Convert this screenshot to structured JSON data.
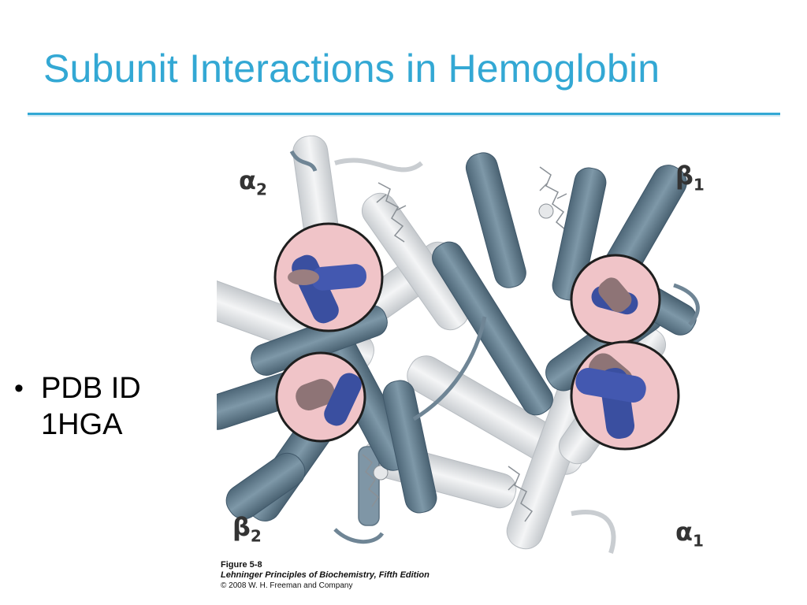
{
  "slide": {
    "title": "Subunit Interactions in Hemoglobin",
    "bullets": [
      {
        "line1": "PDB ID",
        "line2": "1HGA"
      }
    ]
  },
  "figure": {
    "labels": {
      "alpha2": {
        "symbol": "α",
        "sub": "2"
      },
      "beta1": {
        "symbol": "β",
        "sub": "1"
      },
      "beta2": {
        "symbol": "β",
        "sub": "2"
      },
      "alpha1": {
        "symbol": "α",
        "sub": "1"
      }
    },
    "caption": {
      "figure": "Figure 5-8",
      "book": "Lehninger Principles of Biochemistry, Fifth Edition",
      "copyright": "© 2008 W. H. Freeman and Company"
    }
  },
  "colors": {
    "accent": "#33A8D4",
    "helix_dark": "#5F7A8C",
    "helix_light": "#E6E8EA",
    "contact": "#3A4FA0",
    "contact_fill": "#F0C4C8"
  }
}
